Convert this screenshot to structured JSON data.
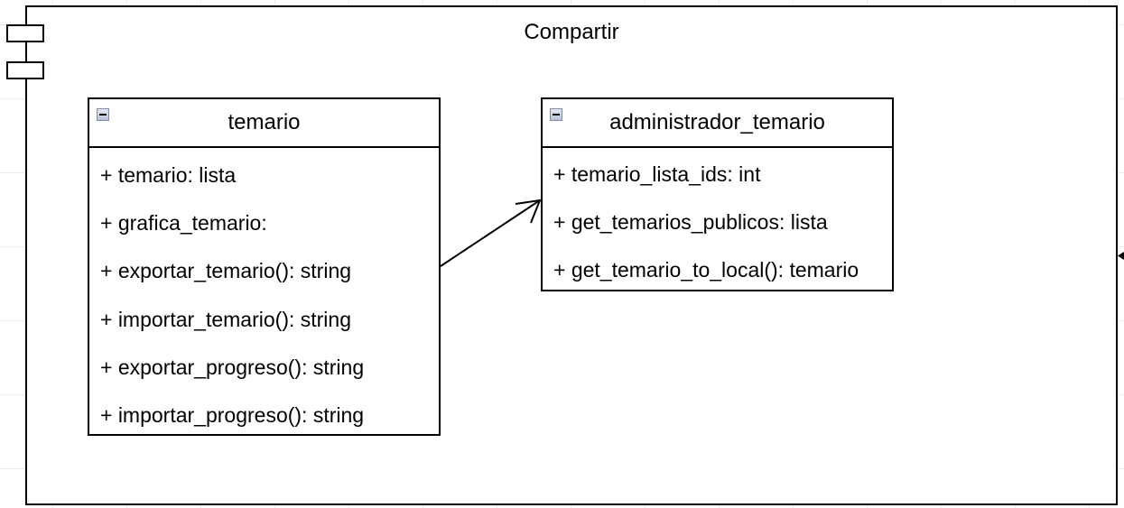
{
  "component": {
    "title": "Compartir"
  },
  "classes": [
    {
      "name": "temario",
      "attributes": [
        "+ temario: lista",
        "+ grafica_temario:",
        "+ exportar_temario(): string",
        "+ importar_temario(): string",
        "+ exportar_progreso(): string",
        "+ importar_progreso(): string"
      ]
    },
    {
      "name": "administrador_temario",
      "attributes": [
        "+ temario_lista_ids: int",
        "+ get_temarios_publicos: lista",
        "+ get_temario_to_local():  temario"
      ]
    }
  ],
  "relationships": [
    {
      "from": "temario",
      "to": "administrador_temario",
      "arrow": "open"
    }
  ]
}
